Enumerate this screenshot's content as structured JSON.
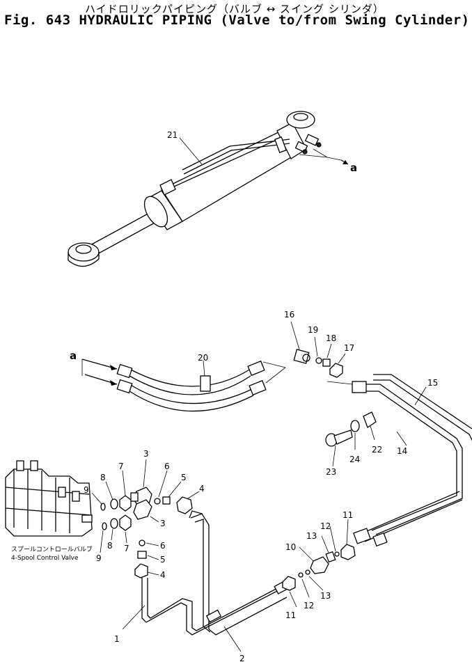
{
  "header": {
    "title_jp": "ハイドロリックパイピング（バルブ ↔ スイング シリンダ）",
    "title_en": "Fig. 643 HYDRAULIC PIPING (Valve to/from Swing Cylinder)"
  },
  "callouts": {
    "p1": "1",
    "p2": "2",
    "p3a": "3",
    "p3b": "3",
    "p4a": "4",
    "p4b": "4",
    "p5a": "5",
    "p5b": "5",
    "p6a": "6",
    "p6b": "6",
    "p7a": "7",
    "p7b": "7",
    "p8a": "8",
    "p8b": "8",
    "p9a": "9",
    "p9b": "9",
    "p10": "10",
    "p11a": "11",
    "p11b": "11",
    "p12a": "12",
    "p12b": "12",
    "p13a": "13",
    "p13b": "13",
    "p14": "14",
    "p15": "15",
    "p16": "16",
    "p17": "17",
    "p18": "18",
    "p19": "19",
    "p20": "20",
    "p21": "21",
    "p22": "22",
    "p23": "23",
    "p24": "24"
  },
  "markers": {
    "a_top": "a",
    "a_left": "a"
  },
  "valve": {
    "label_jp": "スプールコントロールバルブ",
    "label_en": "4-Spool Control Valve"
  }
}
